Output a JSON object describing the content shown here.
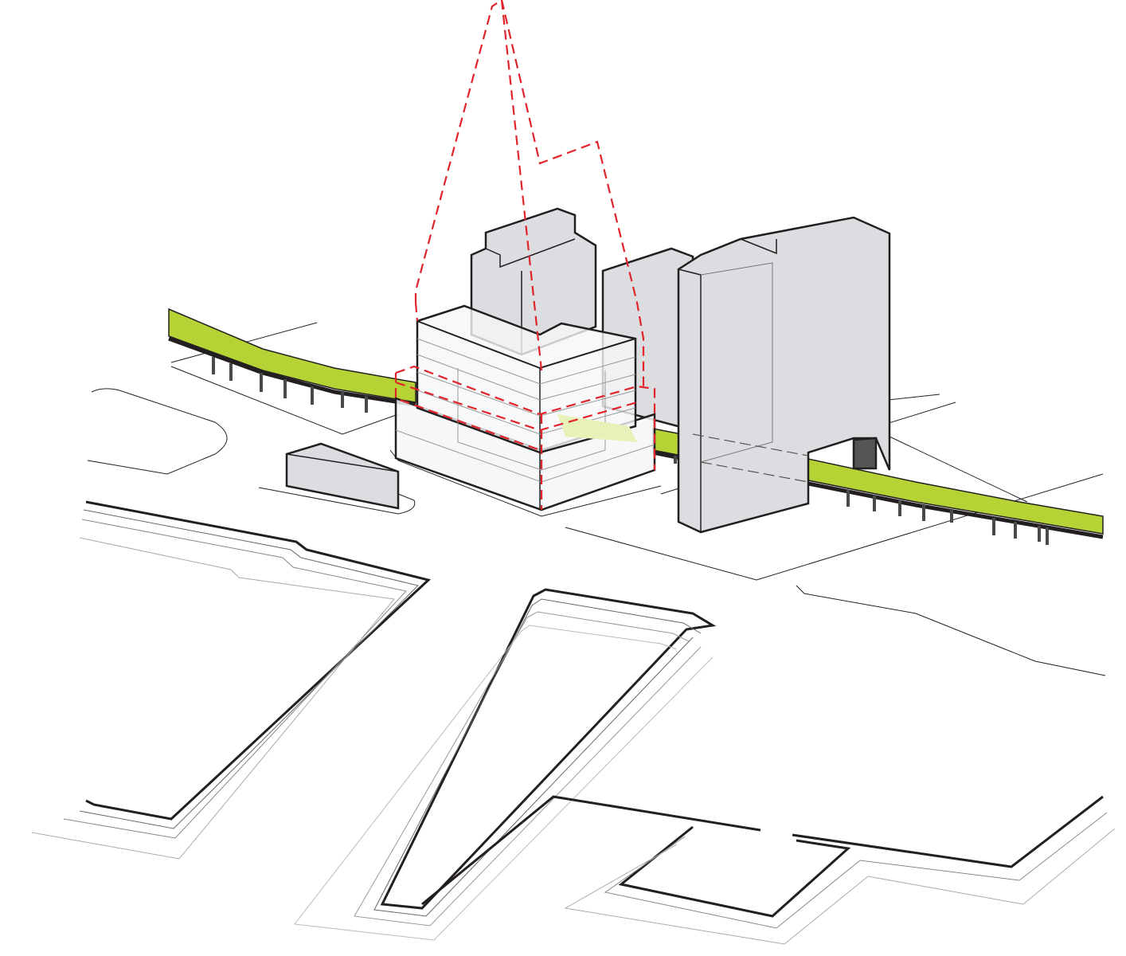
{
  "diagram": {
    "type": "axonometric site massing diagram",
    "colors": {
      "elevated_park": "#b5d334",
      "existing_buildings": "#dcdde0",
      "proposed_building": "#f4f6f8",
      "envelope_outline": "#e0242a",
      "linework": "#231f20"
    },
    "elements": [
      "elevated-park",
      "existing-towers",
      "proposed-building",
      "zoning-envelope",
      "pier-contours"
    ]
  }
}
